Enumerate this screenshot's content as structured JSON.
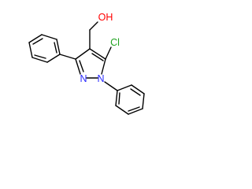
{
  "molecule": {
    "labels": {
      "hydroxyl": "OH",
      "chlorine": "Cl",
      "n1": "N",
      "n2": "N"
    },
    "colors": {
      "bond": "#000000",
      "carbon": "#000000",
      "hydroxyl": "#ff0000",
      "chlorine": "#1fa31f",
      "nitrogen": "#2b2bff",
      "background": "#ffffff"
    }
  }
}
